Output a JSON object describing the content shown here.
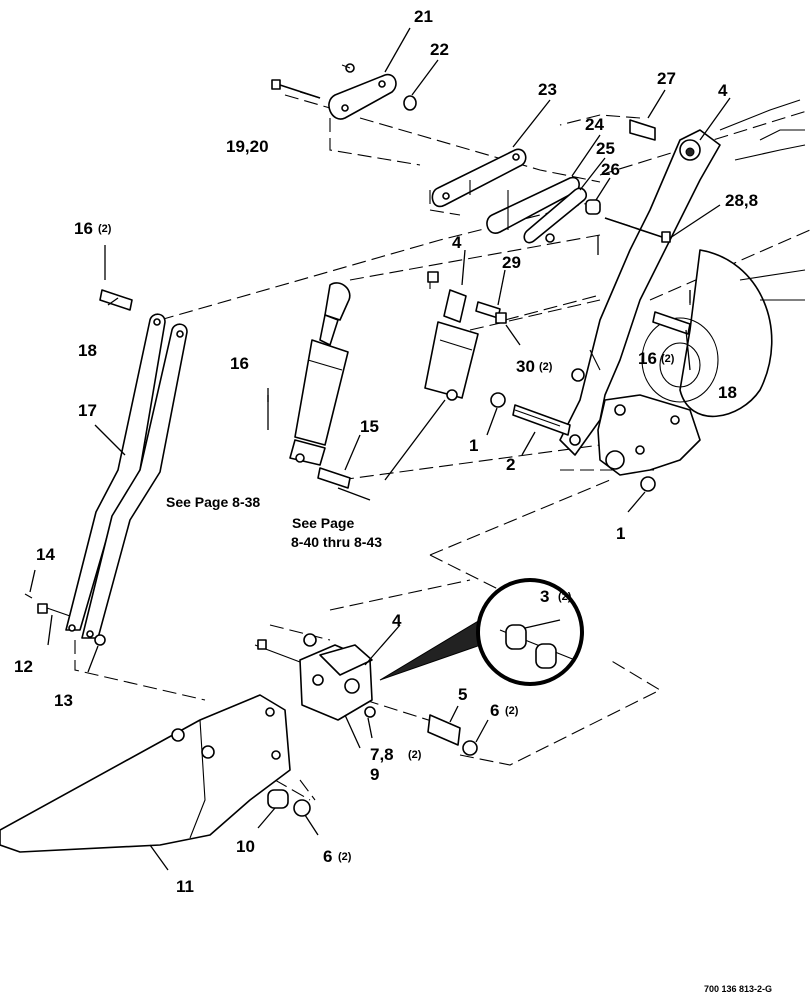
{
  "callouts": {
    "c21": "21",
    "c22": "22",
    "c19_20": "19,20",
    "c23": "23",
    "c27": "27",
    "c4a": "4",
    "c24": "24",
    "c25": "25",
    "c26": "26",
    "c28_8": "28,8",
    "c16a": "16",
    "c18a": "18",
    "c17": "17",
    "c16b": "16",
    "c15": "15",
    "c4b": "4",
    "c29": "29",
    "c30": "30",
    "c16c": "16",
    "c18b": "18",
    "c1a": "1",
    "c2": "2",
    "c1b": "1",
    "c14": "14",
    "c12": "12",
    "c13": "13",
    "c4c": "4",
    "c3": "3",
    "c5": "5",
    "c6a": "6",
    "c7_8": "7,8",
    "c9": "9",
    "c10": "10",
    "c6b": "6",
    "c11": "11"
  },
  "quantities": {
    "q16a": "(2)",
    "q30": "(2)",
    "q16c": "(2)",
    "q3": "(2)",
    "q6a": "(2)",
    "q7_8": "(2)",
    "q6b": "(2)"
  },
  "notes": {
    "see_page_8_38": "See Page 8-38",
    "see_page_8_40_line1": "See Page",
    "see_page_8_40_line2": "8-40 thru 8-43"
  },
  "figure_number": "700 136 813-2-G"
}
